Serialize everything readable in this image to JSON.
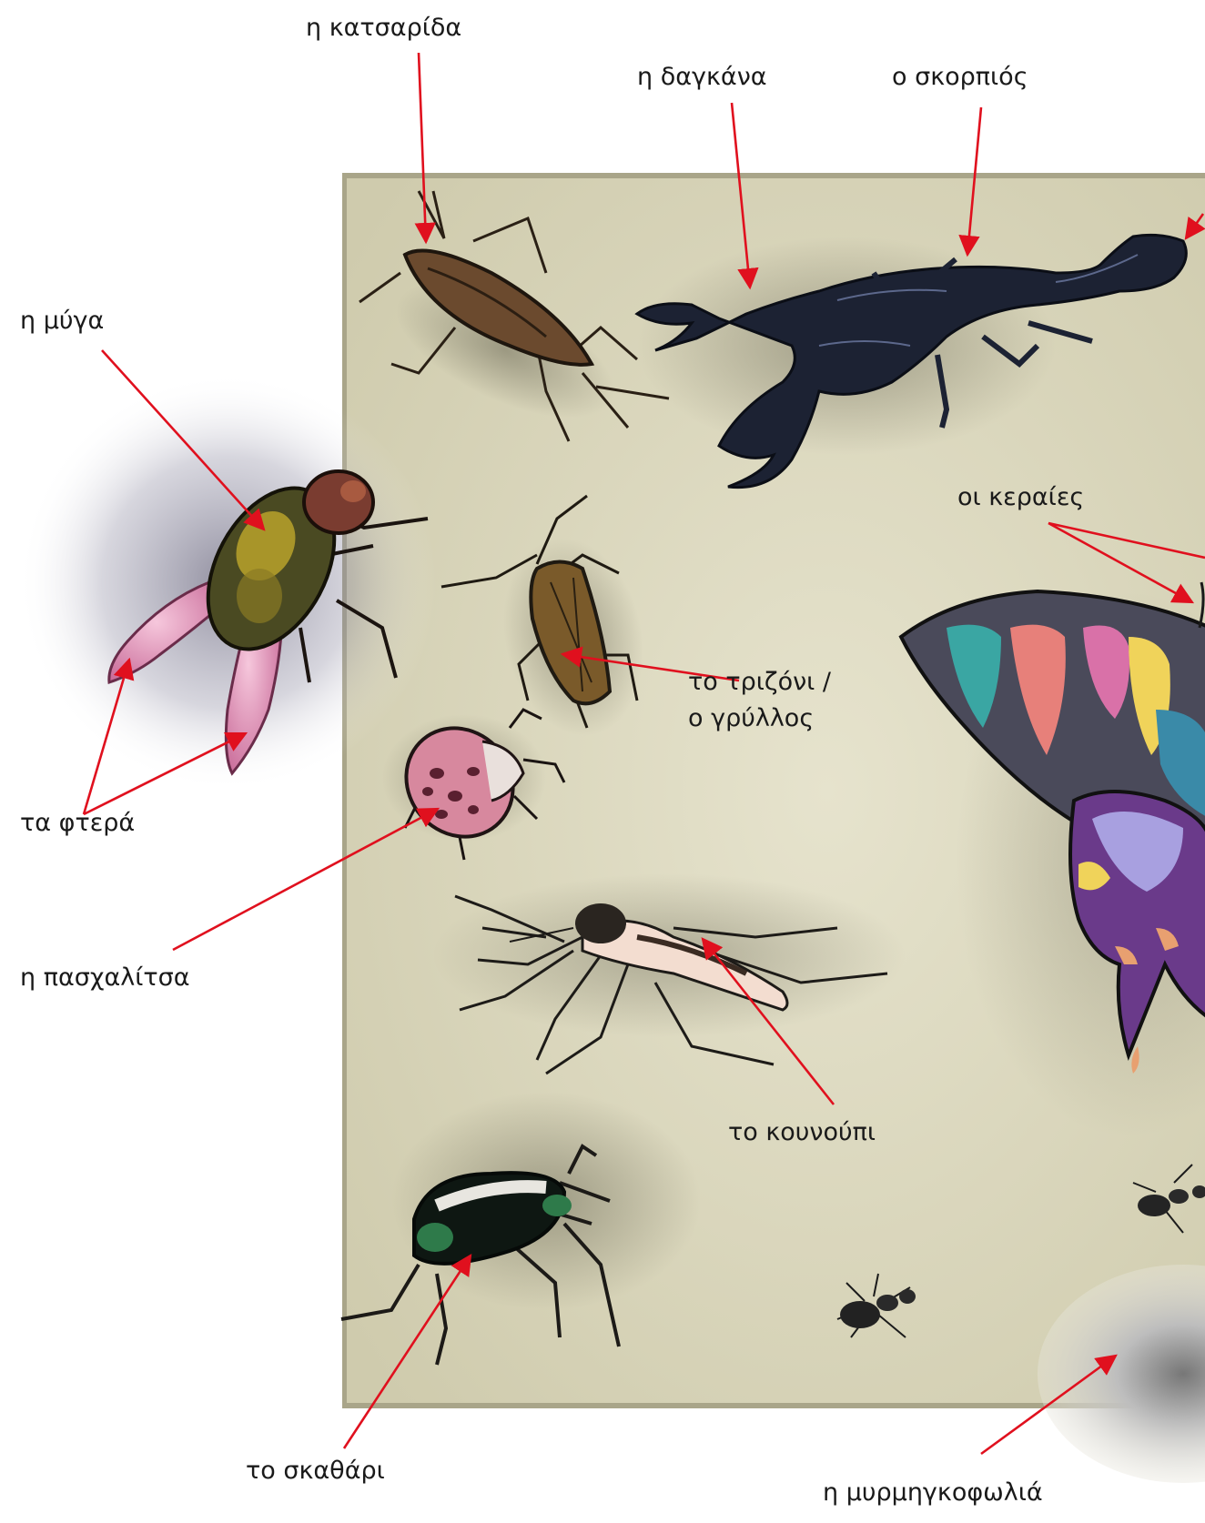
{
  "labels": {
    "cockroach": "η κατσαρίδα",
    "claw": "η δαγκάνα",
    "scorpion": "ο σκορπιός",
    "fly": "η μύγα",
    "antennae": "οι κεραίες",
    "cricket_line1": "το τριζόνι /",
    "cricket_line2": "ο γρύλλος",
    "wings": "τα φτερά",
    "ladybug": "η πασχαλίτσα",
    "mosquito": "το κουνούπι",
    "beetle": "το σκαθάρι",
    "anthill": "η μυρμηγκοφωλιά"
  },
  "colors": {
    "arrow": "#e0101e",
    "panel": "#dcd9bf",
    "panel_border": "#9b9677"
  }
}
